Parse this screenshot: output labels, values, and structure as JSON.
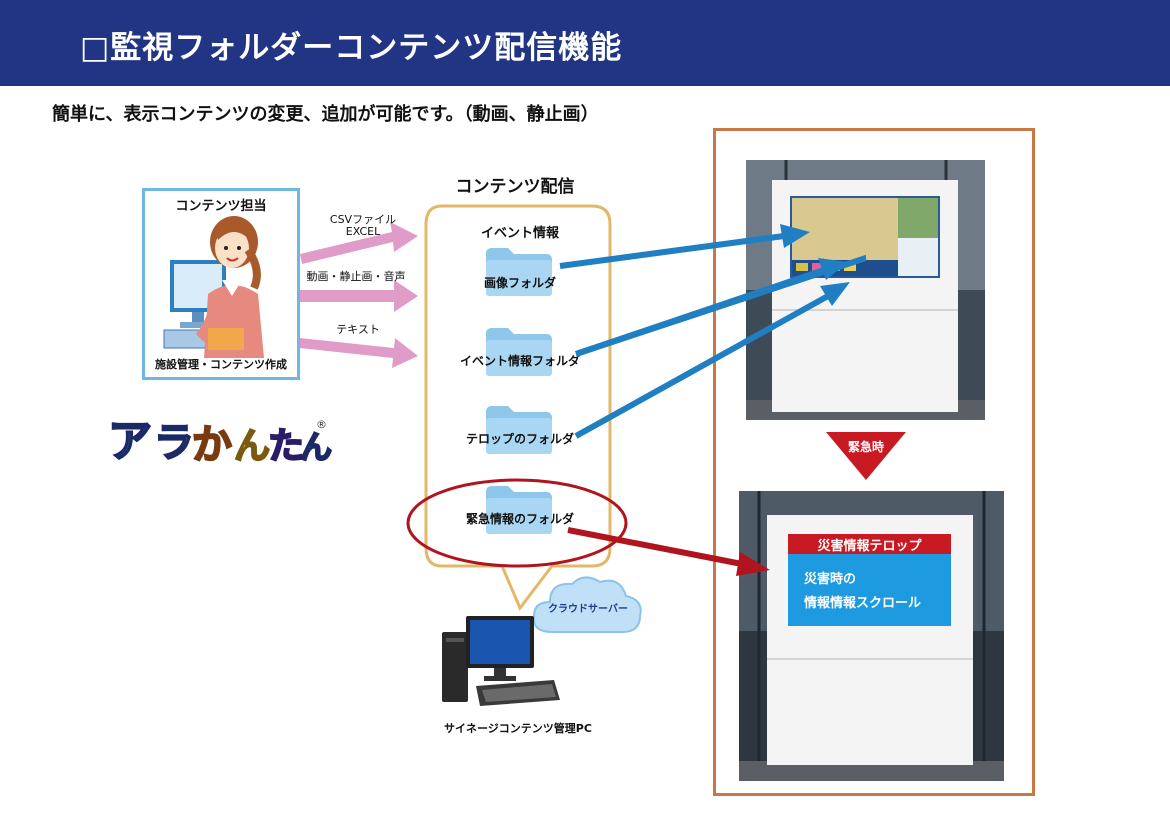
{
  "header": {
    "title": "□監視フォルダーコンテンツ配信機能"
  },
  "subtitle": "簡単に、表示コンテンツの変更、追加が可能です。（動画、静止画）",
  "content_owner": {
    "title": "コンテンツ担当",
    "caption": "施設管理・コンテンツ作成"
  },
  "inputs": {
    "csv": "CSVファイル",
    "excel": "EXCEL",
    "media": "動画・静止画・音声",
    "text": "テキスト"
  },
  "logo": {
    "text": "アラかんたん",
    "mark": "®"
  },
  "distribution": {
    "title": "コンテンツ配信",
    "group_label": "イベント情報",
    "folders": [
      "画像フォルダ",
      "イベント情報フォルダ",
      "テロップのフォルダ",
      "緊急情報のフォルダ"
    ]
  },
  "cloud": {
    "label": "クラウドサーバー"
  },
  "pc": {
    "label": "サイネージコンテンツ管理PC"
  },
  "emergency_arrow": {
    "label": "緊急時"
  },
  "disaster_panel": {
    "header": "災害情報テロップ",
    "line1": "災害時の",
    "line2": "情報情報スクロール"
  },
  "colors": {
    "header_bg": "#223584",
    "pink_arrow": "#e09cc8",
    "blue_arrow": "#1f7fc2",
    "red_arrow": "#b0151f",
    "folder_blue": "#8ec7ea",
    "frame_orange": "#c97845",
    "bubble_gold": "#e2b868",
    "panel_blue": "#1e9be0",
    "panel_red": "#c81a23"
  }
}
